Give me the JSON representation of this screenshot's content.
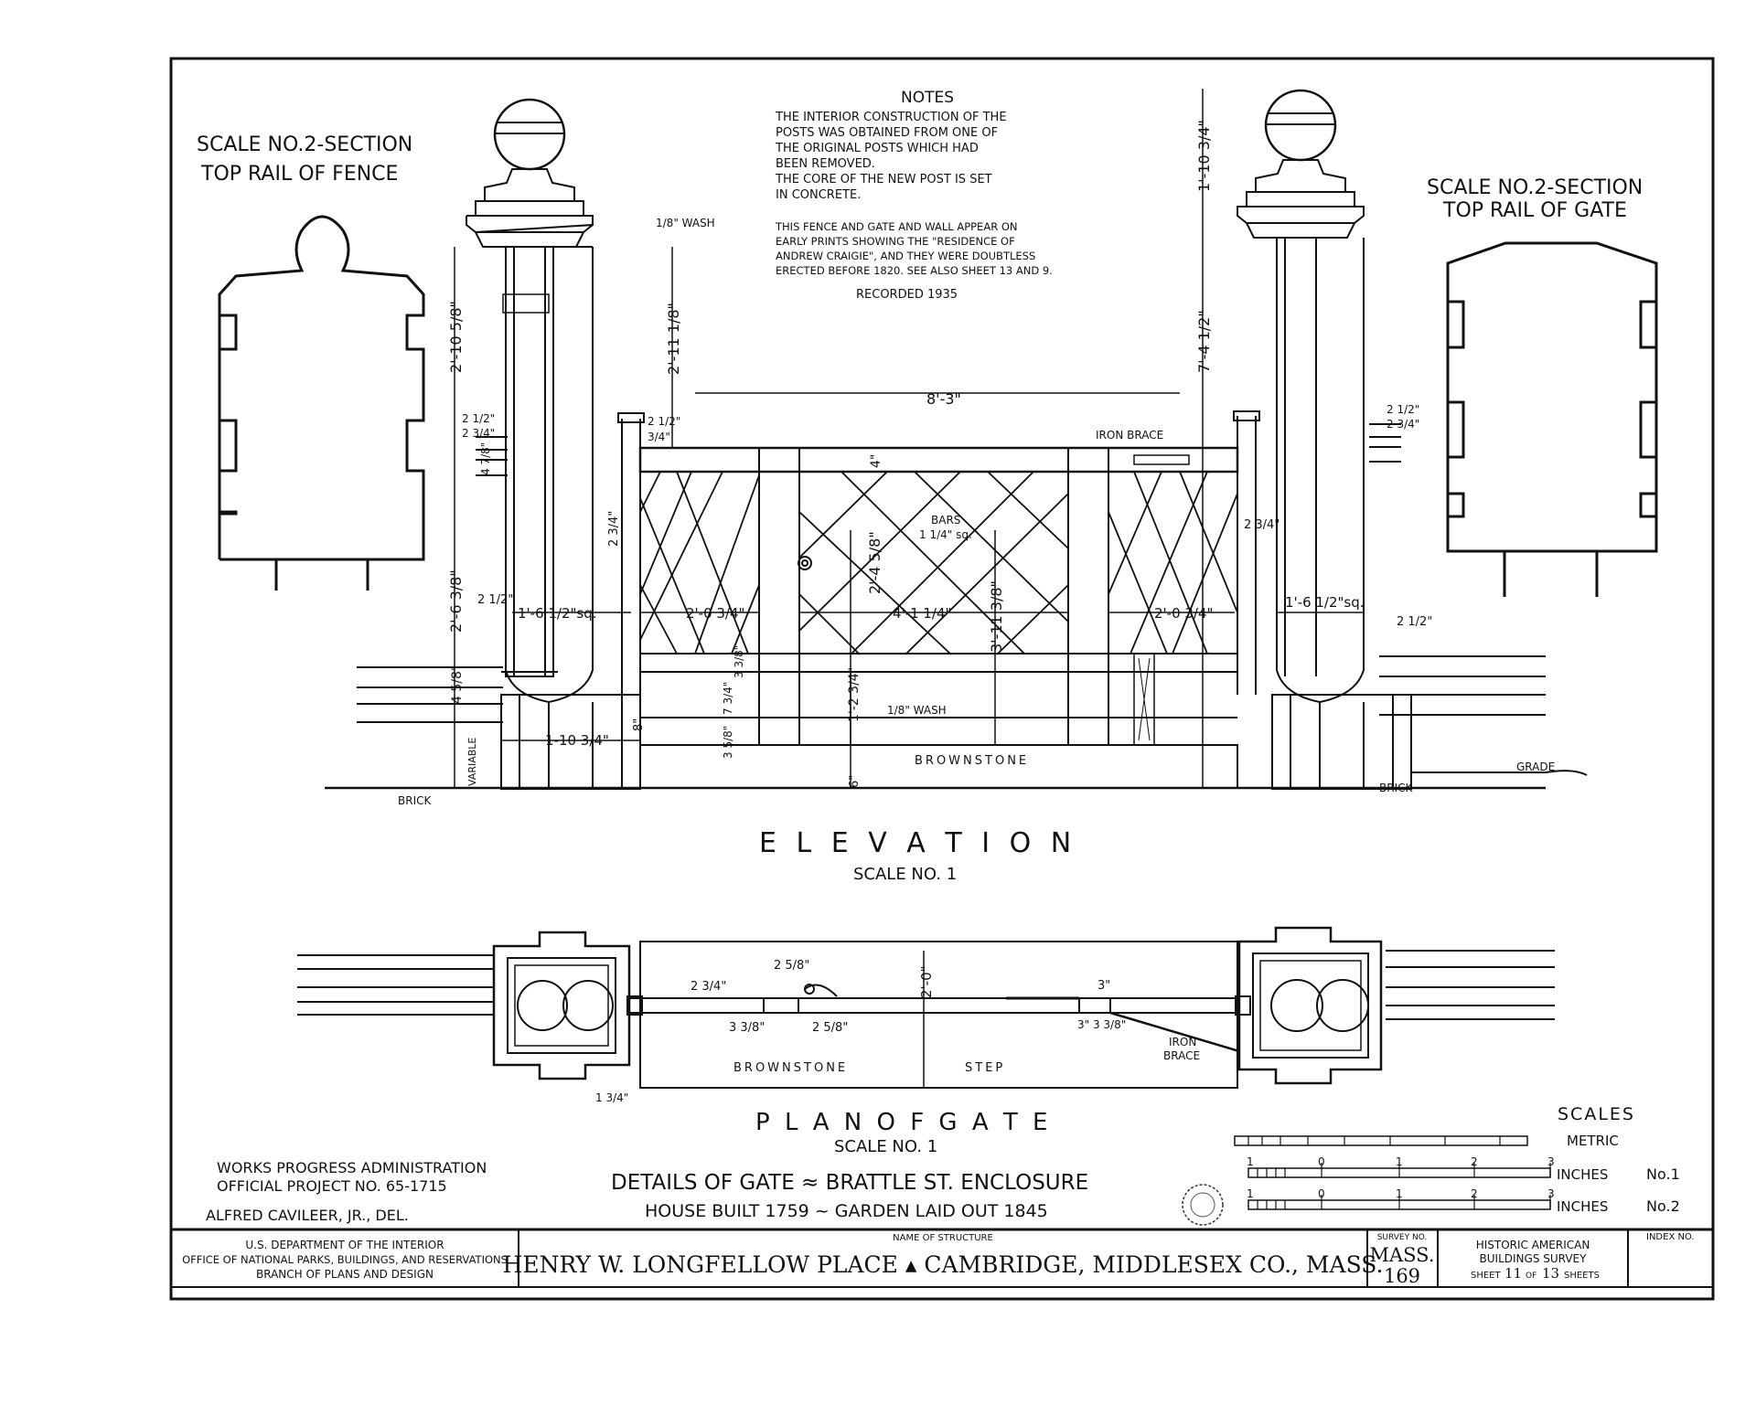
{
  "notes": {
    "heading": "NOTES",
    "lines": [
      "THE INTERIOR CONSTRUCTION OF THE",
      "POSTS WAS OBTAINED FROM ONE OF",
      "THE ORIGINAL POSTS WHICH HAD",
      "BEEN REMOVED.",
      "THE CORE OF THE NEW POST IS SET",
      "IN CONCRETE."
    ],
    "history": [
      "THIS FENCE AND GATE AND WALL APPEAR ON",
      "EARLY PRINTS SHOWING THE \"RESIDENCE OF",
      "ANDREW CRAIGIE\", AND THEY WERE DOUBTLESS",
      "ERECTED BEFORE 1820. SEE ALSO SHEET 13 AND 9."
    ],
    "recorded": "RECORDED 1935"
  },
  "section_fence": {
    "line1": "SCALE NO.2-SECTION",
    "line2": "TOP RAIL    OF FENCE"
  },
  "section_gate": {
    "line1": "SCALE NO.2-SECTION",
    "line2": "TOP RAIL OF GATE"
  },
  "elevation": {
    "title": "E L E V A T I O N",
    "scale": "SCALE  NO. 1",
    "labels": {
      "wash_top": "1/8\" WASH",
      "iron_brace": "IRON BRACE",
      "bars": "BARS",
      "bars_size": "1 1/4\" sq.",
      "wash_bottom": "1/8\" WASH",
      "brownstone": "BROWNSTONE",
      "brick_left": "BRICK",
      "brick_right": "BRICK",
      "grade": "GRADE",
      "variable": "VARIABLE"
    },
    "dims": {
      "span": "8'-3\"",
      "post_height_right": "7'-4 1/2\"",
      "cap_right": "1'-10 3/4\"",
      "shaft_left": "2'-10 5/8\"",
      "shaft_gate": "2'-11 1/8\"",
      "lower_left": "2'-6 3/8\"",
      "base_left": "4 5/8\"",
      "rail_a": "2 1/2\"",
      "rail_b": "2 3/4\"",
      "rail_c": "4 7/8\"",
      "rail_d": "3/4\"",
      "top_rail": "4\"",
      "gate_panel": "2'-4 5/8\"",
      "gate_diag": "3'-11 3/8\"",
      "post_sq_left": "1'-6 1/2\"sq.",
      "post_sq_right": "1'-6 1/2\"sq.",
      "side_panel_left": "2'-0 3/4\"",
      "side_panel_right": "2'-0 3/4\"",
      "gate_width": "4'-1 1/4\"",
      "gap_left": "2 1/2\"",
      "gap_right": "2 1/2\"",
      "bar_left": "2 3/4\"",
      "bar_right": "2 3/4\"",
      "lower_gate": "1'-2 3/4\"",
      "bottom_a": "3 5/8\"",
      "bottom_b": "7 3/4\"",
      "bottom_c": "3 3/8\"",
      "plinth": "8\"",
      "ground": "6\"",
      "base_width": "1-10 3/4\""
    }
  },
  "plan": {
    "title": "P L A N    O F    G A T E",
    "scale": "SCALE  NO. 1",
    "labels": {
      "brownstone": "BROWNSTONE",
      "step": "STEP",
      "iron_brace_1": "IRON",
      "iron_brace_2": "BRACE"
    },
    "dims": {
      "depth": "2'-0\"",
      "a": "2 3/4\"",
      "b": "2 5/8\"",
      "c": "3 3/8\"",
      "d": "2 5/8\"",
      "e": "3\"",
      "f": "3\" 3 3/8\"",
      "g": "1 3/4\""
    }
  },
  "scales": {
    "heading": "SCALES",
    "metric": "METRIC",
    "inches1": "INCHES",
    "no1": "No.1",
    "inches2": "INCHES",
    "no2": "No.2",
    "ticks": [
      "1",
      "0",
      "1",
      "2",
      "3"
    ]
  },
  "wpa": {
    "line1": "WORKS PROGRESS ADMINISTRATION",
    "line2": "OFFICIAL PROJECT  NO. 65-1715",
    "delineator": "ALFRED CAVILEER, JR., DEL."
  },
  "details": {
    "title": "DETAILS OF GATE ≈ BRATTLE ST. ENCLOSURE",
    "subtitle": "HOUSE BUILT 1759 ~ GARDEN LAID OUT  1845"
  },
  "titleblock": {
    "dept1": "U.S. DEPARTMENT OF THE INTERIOR",
    "dept2": "OFFICE OF NATIONAL PARKS, BUILDINGS, AND RESERVATIONS",
    "dept3": "BRANCH OF PLANS AND DESIGN",
    "name_label": "NAME OF STRUCTURE",
    "structure": "HENRY W. LONGFELLOW PLACE ▴ CAMBRIDGE, MIDDLESEX CO., MASS.",
    "survey_label": "SURVEY NO.",
    "survey_state": "MASS.",
    "survey_num": "169",
    "habs1": "HISTORIC AMERICAN",
    "habs2": "BUILDINGS SURVEY",
    "sheet_pre": "SHEET",
    "sheet_num": "11",
    "sheet_of": "OF",
    "sheet_total": "13",
    "sheet_post": "SHEETS",
    "index_label": "INDEX NO."
  }
}
